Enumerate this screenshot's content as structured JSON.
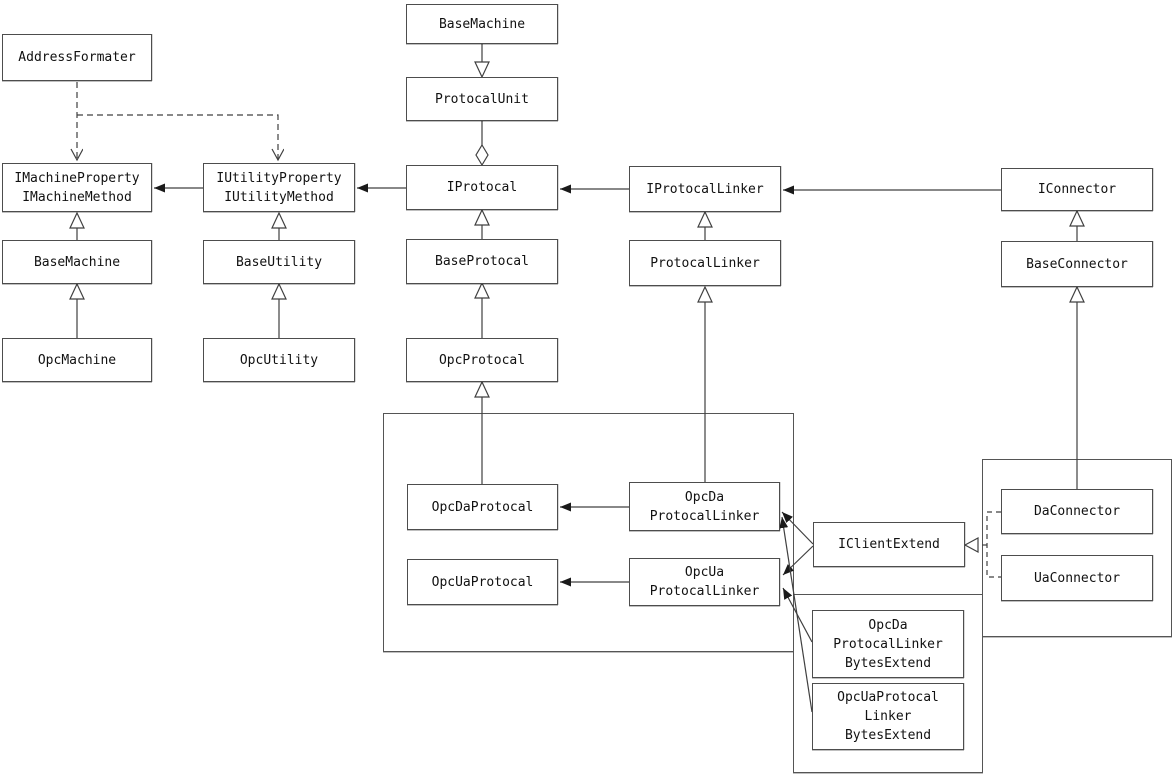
{
  "diagram_type": "uml-class-diagram",
  "colors": {
    "background": "#ffffff",
    "box_border": "#4d4d4d",
    "line": "#404040",
    "filled_arrow": "#1a1a1a",
    "text": "#111111"
  },
  "nodes": {
    "address_formater": {
      "label": "AddressFormater"
    },
    "imachine": {
      "label": "IMachineProperty\nIMachineMethod"
    },
    "iutility": {
      "label": "IUtilityProperty\nIUtilityMethod"
    },
    "base_machine_left": {
      "label": "BaseMachine"
    },
    "base_utility": {
      "label": "BaseUtility"
    },
    "opc_machine": {
      "label": "OpcMachine"
    },
    "opc_utility": {
      "label": "OpcUtility"
    },
    "base_machine_top": {
      "label": "BaseMachine"
    },
    "protocal_unit": {
      "label": "ProtocalUnit"
    },
    "iprotocal": {
      "label": "IProtocal"
    },
    "base_protocal": {
      "label": "BaseProtocal"
    },
    "opc_protocal": {
      "label": "OpcProtocal"
    },
    "iprotocal_linker": {
      "label": "IProtocalLinker"
    },
    "protocal_linker": {
      "label": "ProtocalLinker"
    },
    "iconnector": {
      "label": "IConnector"
    },
    "base_connector": {
      "label": "BaseConnector"
    },
    "opc_da_protocal": {
      "label": "OpcDaProtocal"
    },
    "opc_da_linker": {
      "label": "OpcDa\nProtocalLinker"
    },
    "opc_ua_protocal": {
      "label": "OpcUaProtocal"
    },
    "opc_ua_linker": {
      "label": "OpcUa\nProtocalLinker"
    },
    "iclient_extend": {
      "label": "IClientExtend"
    },
    "da_connector": {
      "label": "DaConnector"
    },
    "ua_connector": {
      "label": "UaConnector"
    },
    "opc_da_bytes": {
      "label": "OpcDa\nProtocalLinker\nBytesExtend"
    },
    "opc_ua_bytes": {
      "label": "OpcUaProtocal\nLinker\nBytesExtend"
    }
  },
  "edges": [
    {
      "from": "BaseMachine(top)",
      "to": "ProtocalUnit",
      "type": "generalization-down"
    },
    {
      "from": "ProtocalUnit",
      "to": "IProtocal",
      "type": "aggregation-diamond"
    },
    {
      "from": "AddressFormater",
      "to": "IMachineProperty/IMachineMethod",
      "type": "dashed-dependency"
    },
    {
      "from": "AddressFormater",
      "to": "IUtilityProperty/IUtilityMethod",
      "type": "dashed-dependency"
    },
    {
      "from": "IUtilityProperty/IUtilityMethod",
      "to": "IMachineProperty/IMachineMethod",
      "type": "association-left"
    },
    {
      "from": "IProtocal",
      "to": "IUtilityProperty/IUtilityMethod",
      "type": "association-left"
    },
    {
      "from": "IProtocalLinker",
      "to": "IProtocal",
      "type": "association-left"
    },
    {
      "from": "IConnector",
      "to": "IProtocalLinker",
      "type": "association-left"
    },
    {
      "from": "BaseMachine(left)",
      "to": "IMachineProperty/IMachineMethod",
      "type": "generalization-up"
    },
    {
      "from": "OpcMachine",
      "to": "BaseMachine(left)",
      "type": "generalization-up"
    },
    {
      "from": "BaseUtility",
      "to": "IUtilityProperty/IUtilityMethod",
      "type": "generalization-up"
    },
    {
      "from": "OpcUtility",
      "to": "BaseUtility",
      "type": "generalization-up"
    },
    {
      "from": "BaseProtocal",
      "to": "IProtocal",
      "type": "generalization-up"
    },
    {
      "from": "OpcProtocal",
      "to": "BaseProtocal",
      "type": "generalization-up"
    },
    {
      "from": "OpcDaProtocal",
      "to": "OpcProtocal",
      "type": "generalization-up"
    },
    {
      "from": "ProtocalLinker",
      "to": "IProtocalLinker",
      "type": "generalization-up"
    },
    {
      "from": "OpcDaProtocalLinker",
      "to": "ProtocalLinker",
      "type": "generalization-up"
    },
    {
      "from": "BaseConnector",
      "to": "IConnector",
      "type": "generalization-up"
    },
    {
      "from": "DaConnector",
      "to": "BaseConnector",
      "type": "generalization-up"
    },
    {
      "from": "OpcDaProtocalLinker",
      "to": "OpcDaProtocal",
      "type": "association-left"
    },
    {
      "from": "OpcUaProtocalLinker",
      "to": "OpcUaProtocal",
      "type": "association-left"
    },
    {
      "from": "IClientExtend",
      "to": "OpcDaProtocalLinker",
      "type": "association-diagonal"
    },
    {
      "from": "IClientExtend",
      "to": "OpcUaProtocalLinker",
      "type": "association-diagonal"
    },
    {
      "from": "OpcUaProtocalLinkerBytesExtend",
      "to": "OpcDaProtocalLinker",
      "type": "association-diagonal"
    },
    {
      "from": "OpcDaProtocalLinkerBytesExtend",
      "to": "OpcUaProtocalLinker",
      "type": "association-diagonal"
    },
    {
      "from": "DaConnector",
      "to": "IClientExtend",
      "type": "dashed-realization"
    },
    {
      "from": "UaConnector",
      "to": "IClientExtend",
      "type": "dashed-realization"
    }
  ]
}
